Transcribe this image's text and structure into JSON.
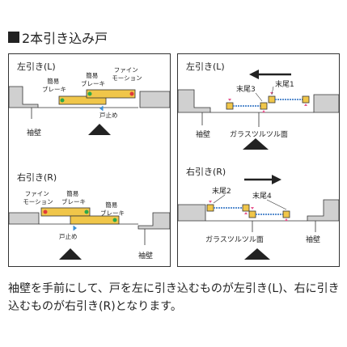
{
  "title": "2本引き込み戸",
  "left_panel": {
    "top": {
      "label": "左引き(L)",
      "fine_motion": "ファイン\nモーション",
      "simple_brake": "簡易\nブレーキ",
      "door_stop": "戸止め",
      "sleeve_wall": "袖壁"
    },
    "bottom": {
      "label": "右引き(R)",
      "fine_motion": "ファイン\nモーション",
      "simple_brake_1": "簡易\nブレーキ",
      "simple_brake_2": "簡易\nブレーキ",
      "door_stop": "戸止め",
      "sleeve_wall": "袖壁"
    }
  },
  "right_panel": {
    "top": {
      "label": "左引き(L)",
      "end_1": "末尾1",
      "end_3": "末尾3",
      "sleeve_wall": "袖壁",
      "glass_surface": "ガラスツルツル面"
    },
    "bottom": {
      "label": "右引き(R)",
      "end_2": "末尾2",
      "end_4": "末尾4",
      "glass_surface": "ガラスツルツル面",
      "sleeve_wall": "袖壁"
    }
  },
  "caption": "袖壁を手前にして、戸を左に引き込むものが左引き(L)、右に引き込むものが右引き(R)となります。",
  "colors": {
    "door": "#f0c64a",
    "wall": "#d0d0d0",
    "green": "#2aa84a",
    "red": "#e03a3a",
    "blue": "#3a8fd6",
    "pink": "#e8568e"
  }
}
